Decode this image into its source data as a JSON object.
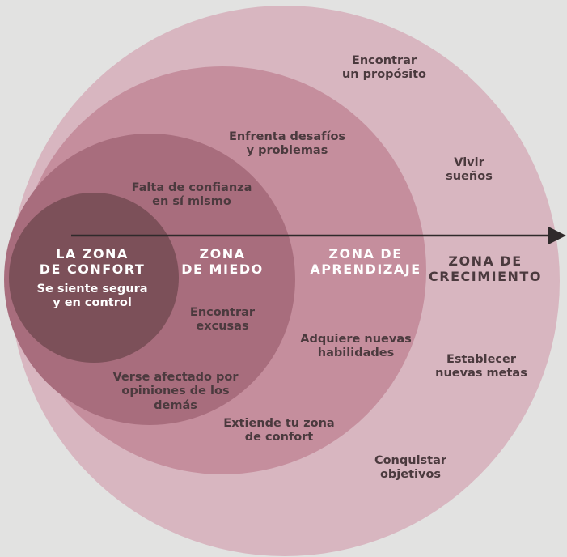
{
  "colors": {
    "background": "#e2e2e1",
    "growth_zone": "#d8b6c0",
    "learning_zone": "#c58e9d",
    "fear_zone": "#a86d7d",
    "comfort_zone": "#7c5059",
    "arrow": "#2f2a2b",
    "dark_text": "#4b3a3e",
    "light_text": "#ffffff"
  },
  "zones": {
    "comfort": {
      "title": "LA ZONA\nDE CONFORT",
      "subtitle": "Se siente segura\ny en control"
    },
    "fear": {
      "title": "ZONA\nDE MIEDO",
      "items": [
        "Falta de confianza\nen sí mismo",
        "Encontrar\nexcusas",
        "Verse afectado por\nopiniones de los\ndemás"
      ]
    },
    "learning": {
      "title": "ZONA DE\nAPRENDIZAJE",
      "items": [
        "Enfrenta desafíos\ny problemas",
        "Adquiere nuevas\nhabilidades",
        "Extiende tu zona\nde confort"
      ]
    },
    "growth": {
      "title": "ZONA DE\nCRECIMIENTO",
      "items": [
        "Encontrar\nun propósito",
        "Vivir\nsueños",
        "Establecer\nnuevas metas",
        "Conquistar\nobjetivos"
      ]
    }
  }
}
